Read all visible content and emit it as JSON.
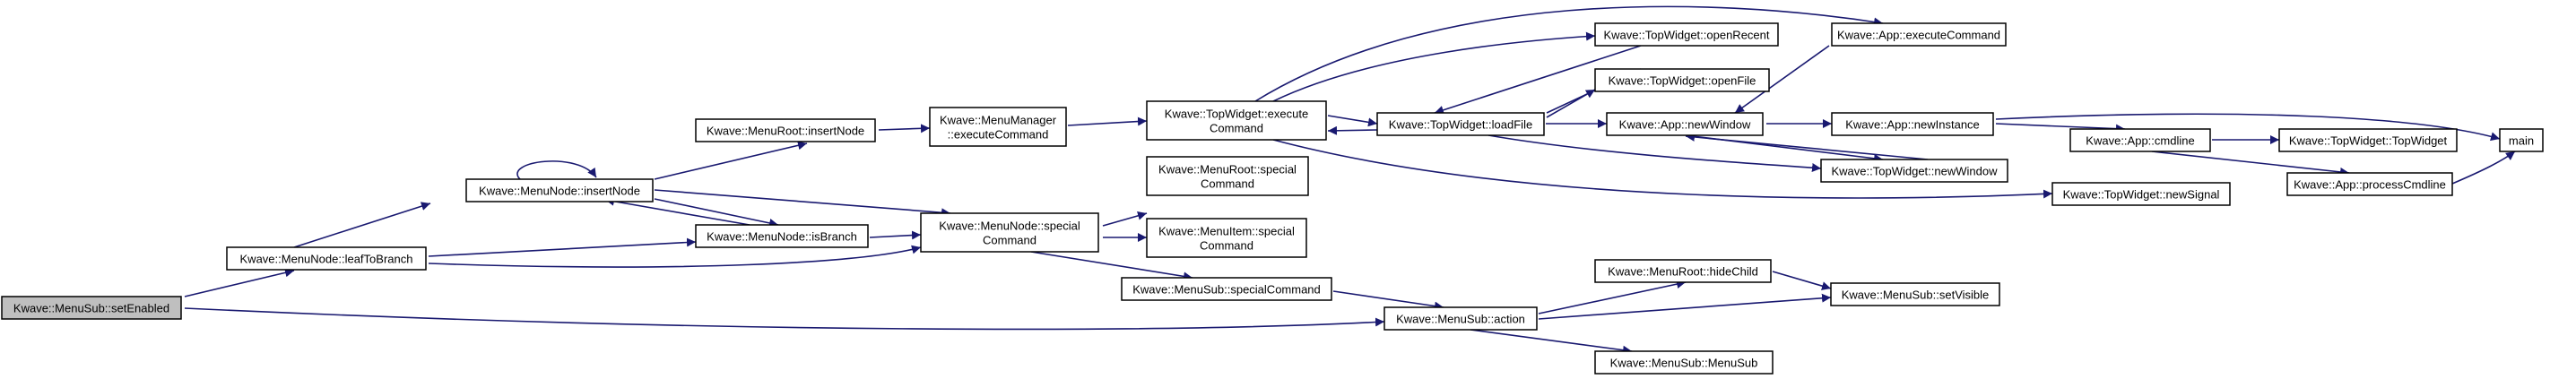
{
  "colors": {
    "edge": "#191970",
    "node_border": "#000000",
    "root_fill": "#bfbfbf",
    "node_fill": "#ffffff"
  },
  "nodes": {
    "setEnabled": {
      "lines": [
        "Kwave::MenuSub::setEnabled"
      ]
    },
    "leafToBranch": {
      "lines": [
        "Kwave::MenuNode::leafToBranch"
      ]
    },
    "insertNode": {
      "lines": [
        "Kwave::MenuNode::insertNode"
      ]
    },
    "isBranch": {
      "lines": [
        "Kwave::MenuNode::isBranch"
      ]
    },
    "specialCommand": {
      "lines": [
        "Kwave::MenuNode::special",
        "Command"
      ]
    },
    "rootInsertNode": {
      "lines": [
        "Kwave::MenuRoot::insertNode"
      ]
    },
    "menuManagerExec": {
      "lines": [
        "Kwave::MenuManager",
        "::executeCommand"
      ]
    },
    "topWidgetExec": {
      "lines": [
        "Kwave::TopWidget::execute",
        "Command"
      ]
    },
    "rootSpecial": {
      "lines": [
        "Kwave::MenuRoot::special",
        "Command"
      ]
    },
    "itemSpecial": {
      "lines": [
        "Kwave::MenuItem::special",
        "Command"
      ]
    },
    "subSpecial": {
      "lines": [
        "Kwave::MenuSub::specialCommand"
      ]
    },
    "subAction": {
      "lines": [
        "Kwave::MenuSub::action"
      ]
    },
    "openRecent": {
      "lines": [
        "Kwave::TopWidget::openRecent"
      ]
    },
    "openFile": {
      "lines": [
        "Kwave::TopWidget::openFile"
      ]
    },
    "loadFile": {
      "lines": [
        "Kwave::TopWidget::loadFile"
      ]
    },
    "appExec": {
      "lines": [
        "Kwave::App::executeCommand"
      ]
    },
    "appNewWindow": {
      "lines": [
        "Kwave::App::newWindow"
      ]
    },
    "appNewInstance": {
      "lines": [
        "Kwave::App::newInstance"
      ]
    },
    "twNewWindow": {
      "lines": [
        "Kwave::TopWidget::newWindow"
      ]
    },
    "twNewSignal": {
      "lines": [
        "Kwave::TopWidget::newSignal"
      ]
    },
    "cmdline": {
      "lines": [
        "Kwave::App::cmdline"
      ]
    },
    "twTopWidget": {
      "lines": [
        "Kwave::TopWidget::TopWidget"
      ]
    },
    "processCmdline": {
      "lines": [
        "Kwave::App::processCmdline"
      ]
    },
    "main": {
      "lines": [
        "main"
      ]
    },
    "hideChild": {
      "lines": [
        "Kwave::MenuRoot::hideChild"
      ]
    },
    "setVisible": {
      "lines": [
        "Kwave::MenuSub::setVisible"
      ]
    },
    "menuSubCtor": {
      "lines": [
        "Kwave::MenuSub::MenuSub"
      ]
    }
  }
}
